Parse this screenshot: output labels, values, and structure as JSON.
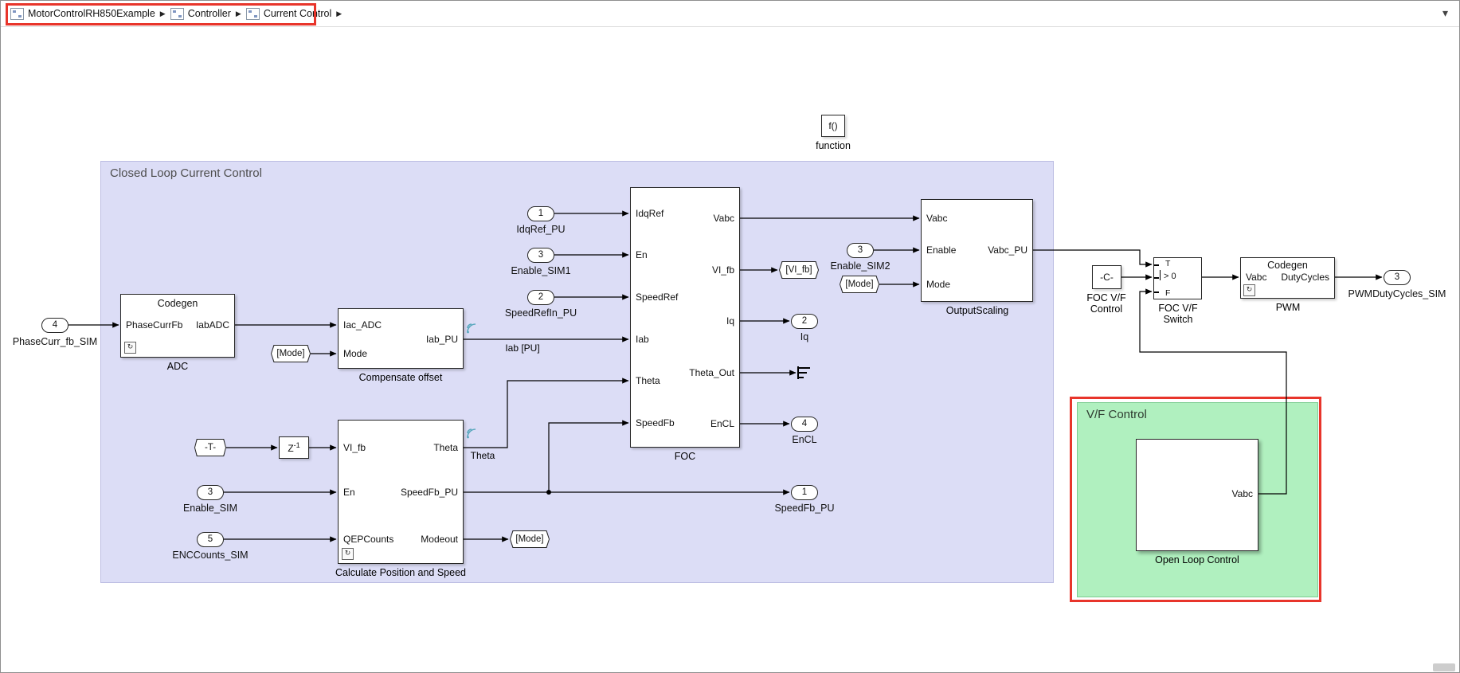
{
  "bc": {
    "items": [
      "MotorControlRH850Example",
      "Controller",
      "Current Control"
    ],
    "sep": "▶",
    "caret": "▾"
  },
  "colors": {
    "closed_loop_area": "#dcddf6",
    "vf_area": "#b0f0bf",
    "annotation": "#e8352b"
  },
  "diagram": {
    "func": {
      "text": "f()",
      "label": "function"
    },
    "areas": {
      "closed": {
        "label": "Closed Loop Current Control"
      },
      "vf": {
        "label": "V/F Control"
      }
    },
    "adc": {
      "header": "Codegen",
      "in1": "PhaseCurrFb",
      "out1": "IabADC",
      "label": "ADC"
    },
    "comp": {
      "in1": "Iac_ADC",
      "in2": "Mode",
      "out1": "Iab_PU",
      "label": "Compensate offset"
    },
    "calc": {
      "in1": "VI_fb",
      "in2": "En",
      "in3": "QEPCounts",
      "out1": "Theta",
      "out2": "SpeedFb_PU",
      "out3": "Modeout",
      "label": "Calculate Position and Speed"
    },
    "foc": {
      "in1": "IdqRef",
      "in2": "En",
      "in3": "SpeedRef",
      "in4": "Iab",
      "in5": "Theta",
      "in6": "SpeedFb",
      "out1": "Vabc",
      "out2": "VI_fb",
      "out3": "Iq",
      "out4": "Theta_Out",
      "out5": "EnCL",
      "label": "FOC"
    },
    "scal": {
      "in1": "Vabc",
      "in2": "Enable",
      "in3": "Mode",
      "out1": "Vabc_PU",
      "label": "OutputScaling"
    },
    "pwm": {
      "header": "Codegen",
      "in1": "Vabc",
      "out1": "DutyCycles",
      "label": "PWM"
    },
    "open": {
      "out1": "Vabc",
      "label": "Open Loop Control"
    },
    "constant": {
      "text": "-C-",
      "label1": "FOC V/F",
      "label2": "Control"
    },
    "sw": {
      "criteria": "> 0",
      "t": "T",
      "f": "F",
      "label1": "FOC V/F",
      "label2": "Switch"
    },
    "delay": {
      "base": "Z",
      "exp": "-1"
    },
    "ttag": {
      "text": "-T-"
    },
    "wl": {
      "iab": "Iab [PU]",
      "theta": "Theta"
    }
  },
  "ports": {
    "phase": {
      "num": "4",
      "label": "PhaseCurr_fb_SIM"
    },
    "idqref": {
      "num": "1",
      "label": "IdqRef_PU"
    },
    "en1": {
      "num": "3",
      "label": "Enable_SIM1"
    },
    "speedref": {
      "num": "2",
      "label": "SpeedRefIn_PU"
    },
    "en": {
      "num": "3",
      "label": "Enable_SIM"
    },
    "enc": {
      "num": "5",
      "label": "ENCCounts_SIM"
    },
    "en2": {
      "num": "3",
      "label": "Enable_SIM2"
    },
    "iq": {
      "num": "2",
      "label": "Iq"
    },
    "encl": {
      "num": "4",
      "label": "EnCL"
    },
    "speedfb": {
      "num": "1",
      "label": "SpeedFb_PU"
    },
    "pwmduty": {
      "num": "3",
      "label": "PWMDutyCycles_SIM"
    }
  },
  "tags": {
    "mode1": "[Mode]",
    "modegoto": "[Mode]",
    "mode2": "[Mode]",
    "vifb": "[VI_fb]"
  }
}
